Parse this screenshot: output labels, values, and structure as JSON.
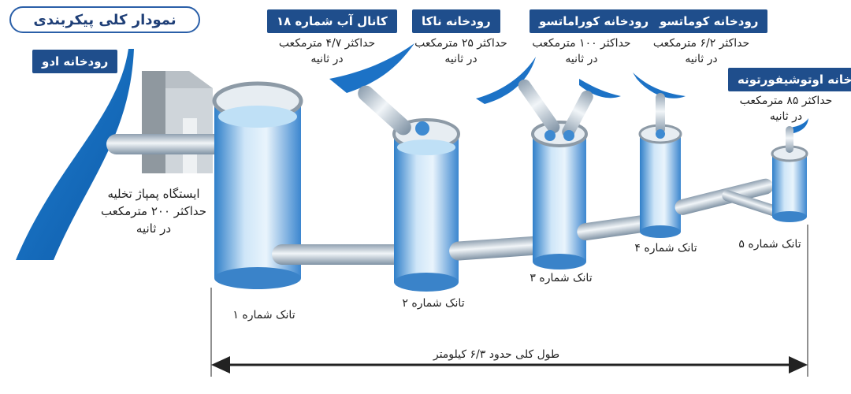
{
  "title": "نمودار کلی پیکربندی",
  "sources": {
    "odo": {
      "name": "رودخانه ادو"
    },
    "canal18": {
      "name": "کانال آب شماره ۱۸",
      "flow_line1": "حداکثر ۴/۷ مترمکعب",
      "flow_line2": "در ثانیه"
    },
    "naka": {
      "name": "رودخانه ناکا",
      "flow_line1": "حداکثر ۲۵ مترمکعب",
      "flow_line2": "در ثانیه"
    },
    "koramatsu": {
      "name": "رودخانه کوراماتسو",
      "flow_line1": "حداکثر ۱۰۰ مترمکعب",
      "flow_line2": "در ثانیه"
    },
    "komatsu": {
      "name": "رودخانه کوماتسو",
      "flow_line1": "حداکثر ۶/۲ مترمکعب",
      "flow_line2": "در ثانیه"
    },
    "otoshifortone": {
      "name": "رودخانه اوتوشیفورتونه",
      "flow_line1": "حداکثر ۸۵ مترمکعب",
      "flow_line2": "در ثانیه"
    }
  },
  "pump_station": {
    "line1": "ایستگاه پمپاژ تخلیه",
    "line2": "حداکثر ۲۰۰ مترمکعب",
    "line3": "در ثانیه"
  },
  "tanks": [
    {
      "label": "تانک شماره ۱"
    },
    {
      "label": "تانک شماره ۲"
    },
    {
      "label": "تانک شماره ۳"
    },
    {
      "label": "تانک شماره ۴"
    },
    {
      "label": "تانک شماره ۵"
    }
  ],
  "total_length": "طول کلی حدود ۶/۳ کیلومتر",
  "colors": {
    "dark_blue": "#1f4e8c",
    "river_blue": "#1a6fc4",
    "water": "#6fb6ea",
    "pipe": "#c9d3dd"
  }
}
